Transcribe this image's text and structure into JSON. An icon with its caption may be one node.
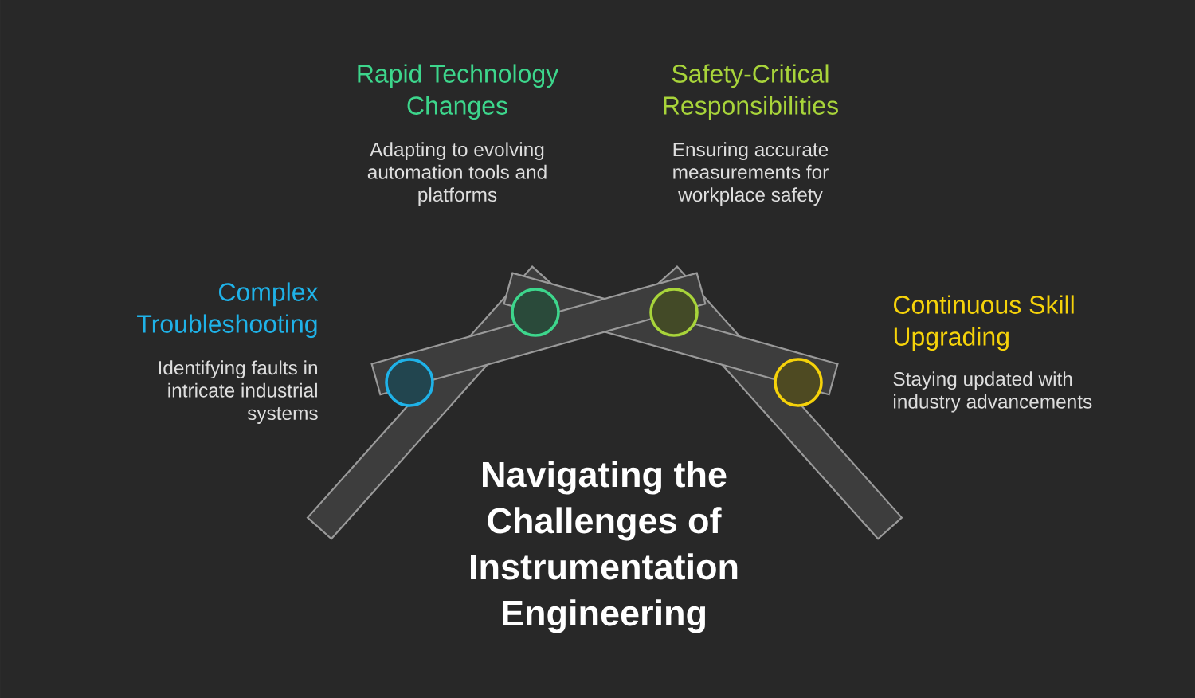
{
  "diagram": {
    "title": "Navigating the Challenges of Instrumentation Engineering",
    "nodes": [
      {
        "text": [],
        "shape": "circle",
        "beside": [
          "Complex Troubleshooting",
          "Identifying faults in intricate industrial systems"
        ]
      },
      {
        "text": [],
        "shape": "circle",
        "beside": [
          "Rapid Technology Changes",
          "Adapting to evolving automation tools and platforms"
        ]
      },
      {
        "text": [],
        "shape": "circle",
        "beside": [
          "Safety-Critical Responsibilities",
          "Ensuring accurate measurements for workplace safety"
        ]
      },
      {
        "text": [],
        "shape": "circle",
        "beside": [
          "Continuous Skill Upgrading",
          "Staying updated with industry advancements"
        ]
      }
    ]
  }
}
